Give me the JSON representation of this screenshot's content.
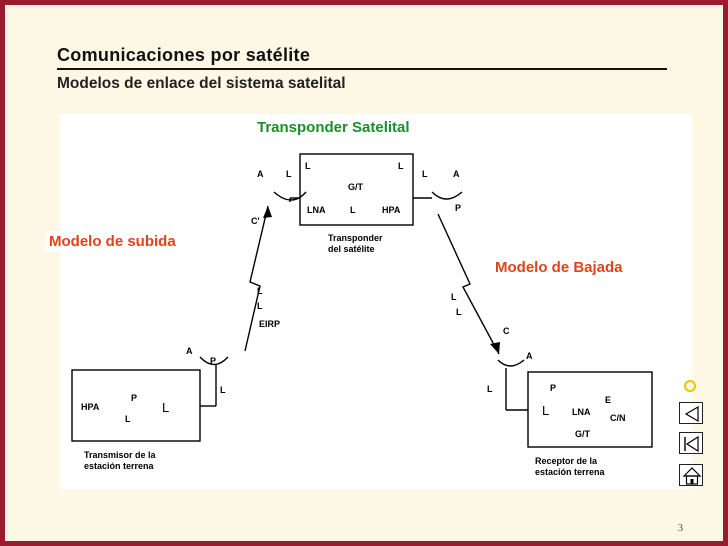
{
  "header": {
    "title": "Comunicaciones por satélite",
    "subtitle": "Modelos de enlace del sistema satelital"
  },
  "labels": {
    "transponder_satelital": "Transponder Satelital",
    "modelo_subida": "Modelo de  subida",
    "modelo_bajada": "Modelo de  Bajada"
  },
  "diagram": {
    "satellite": {
      "lb_left": "L",
      "lb_right": "L",
      "g_te": "G/T",
      "lna": "LNA",
      "lbo": "L",
      "hpa": "HPA",
      "caption_line1": "Transponder",
      "caption_line2": "del satélite"
    },
    "sat_left_ar": "A",
    "sat_left_lf": "L",
    "sat_left_c": "C'",
    "sat_right_lf": "L",
    "sat_right_at": "A",
    "sat_right_pt": "P",
    "uplink": {
      "lp": "L",
      "lu": "L",
      "eirp": "EIRP"
    },
    "downlink": {
      "lp": "L",
      "ld": "L",
      "c": "C"
    },
    "earth_tx": {
      "at": "A",
      "pr": "P",
      "lf": "L",
      "hpa": "HPA",
      "pt": "P",
      "lb": "L",
      "lbo": "L",
      "caption_line1": "Transmisor de la",
      "caption_line2": "estación terrena"
    },
    "earth_rx": {
      "ar": "A",
      "lf": "L",
      "pr": "P",
      "eb_n0": "E",
      "lb": "L",
      "lna": "LNA",
      "cn": "C/N",
      "g_te": "G/T",
      "caption_line1": "Receptor de la",
      "caption_line2": "estación terrena"
    }
  },
  "nav": {
    "page_number": "3"
  },
  "colors": {
    "frame": "#9b1c2e",
    "slide_bg": "#fdf8e6",
    "orange_label": "#e0431a",
    "green_label": "#1a8f2c",
    "nav_dot": "#f2c200"
  }
}
